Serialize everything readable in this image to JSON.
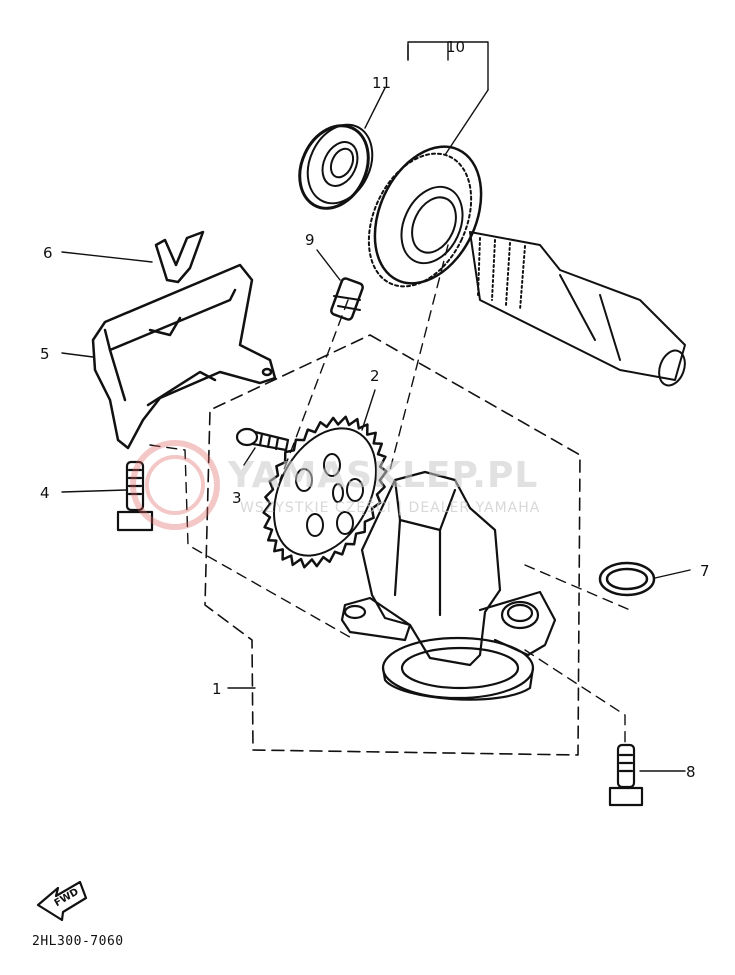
{
  "diagram": {
    "part_labels": {
      "p1": "1",
      "p2": "2",
      "p3": "3",
      "p4": "4",
      "p5": "5",
      "p6": "6",
      "p7": "7",
      "p8": "8",
      "p9": "9",
      "p10": "10",
      "p11": "11"
    },
    "diagram_code": "2HL300-7060",
    "direction_label": "FWD"
  },
  "watermark": {
    "main": "YAMASKLEP.PL",
    "sub": "WSZYSTKIE CZĘŚCI | DEALER YAMAHA",
    "color": "#e06060"
  }
}
